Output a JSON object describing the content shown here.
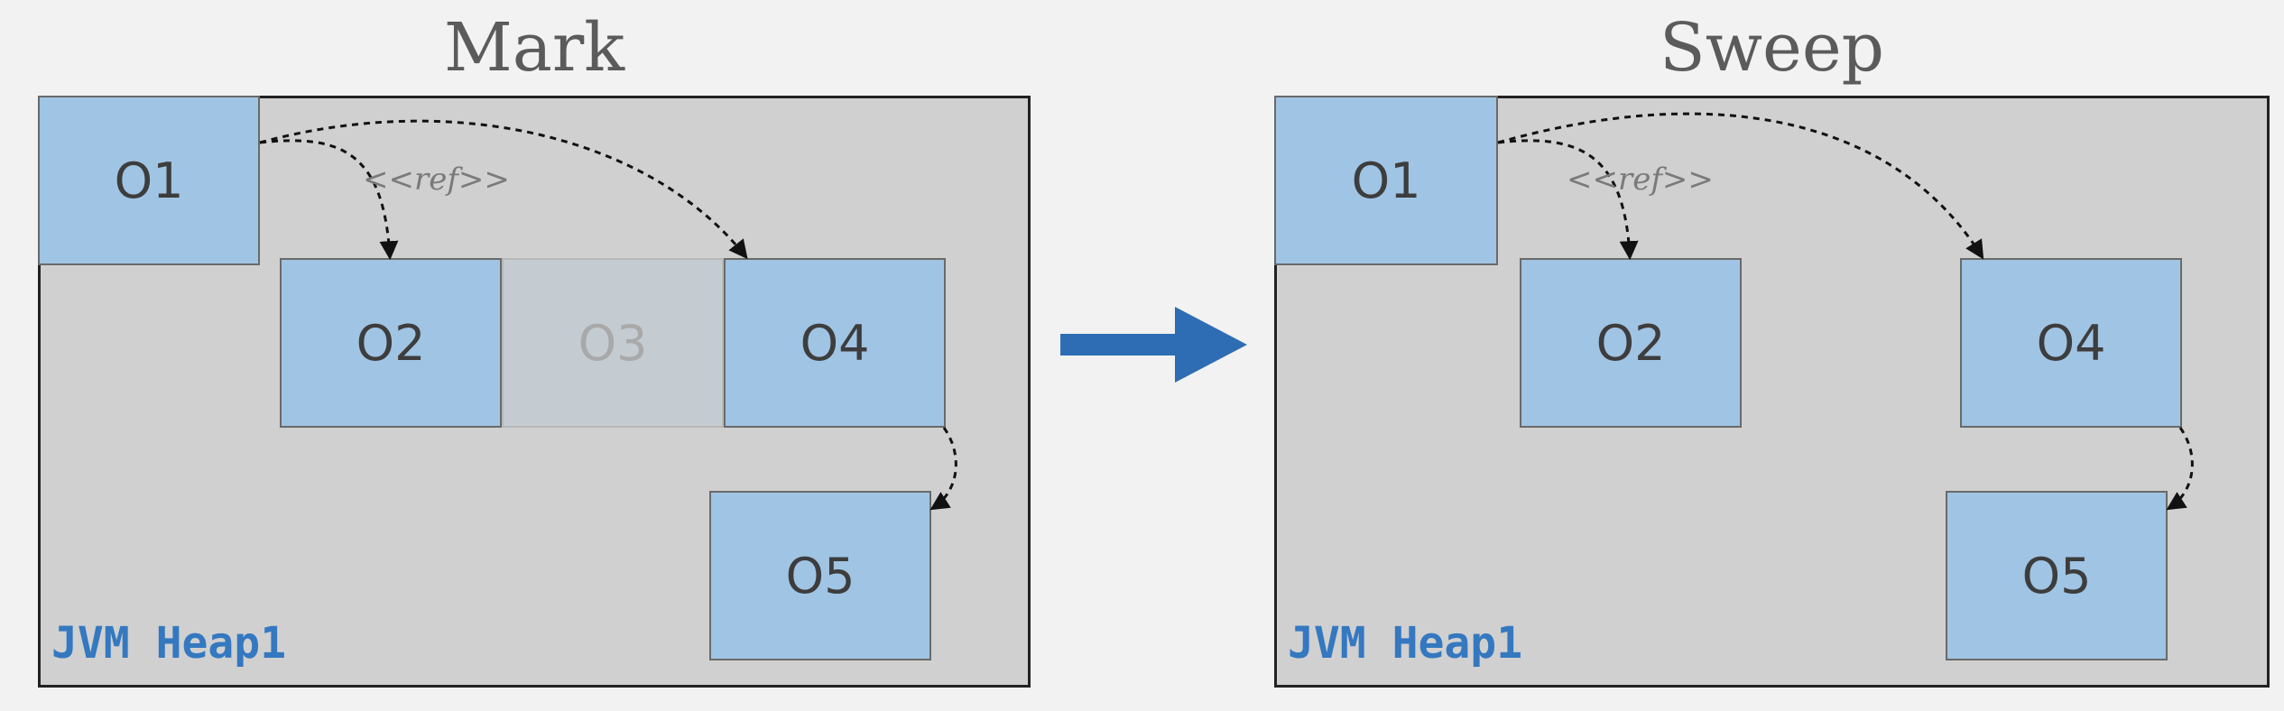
{
  "left_panel": {
    "title": "Mark",
    "heap_label": "JVM Heap1",
    "objects": {
      "o1": "O1",
      "o2": "O2",
      "o3": "O3",
      "o4": "O4",
      "o5": "O5"
    },
    "ref_label": "<<ref>>"
  },
  "right_panel": {
    "title": "Sweep",
    "heap_label": "JVM Heap1",
    "objects": {
      "o1": "O1",
      "o2": "O2",
      "o4": "O4",
      "o5": "O5"
    },
    "ref_label": "<<ref>>"
  },
  "colors": {
    "background": "#f2f2f2",
    "heap_fill": "#d0d0d0",
    "object_fill": "#a0c4e4",
    "dead_object_fill": "#c4ccd2",
    "arrow": "#2e6db4",
    "heap_label": "#3478c0"
  }
}
